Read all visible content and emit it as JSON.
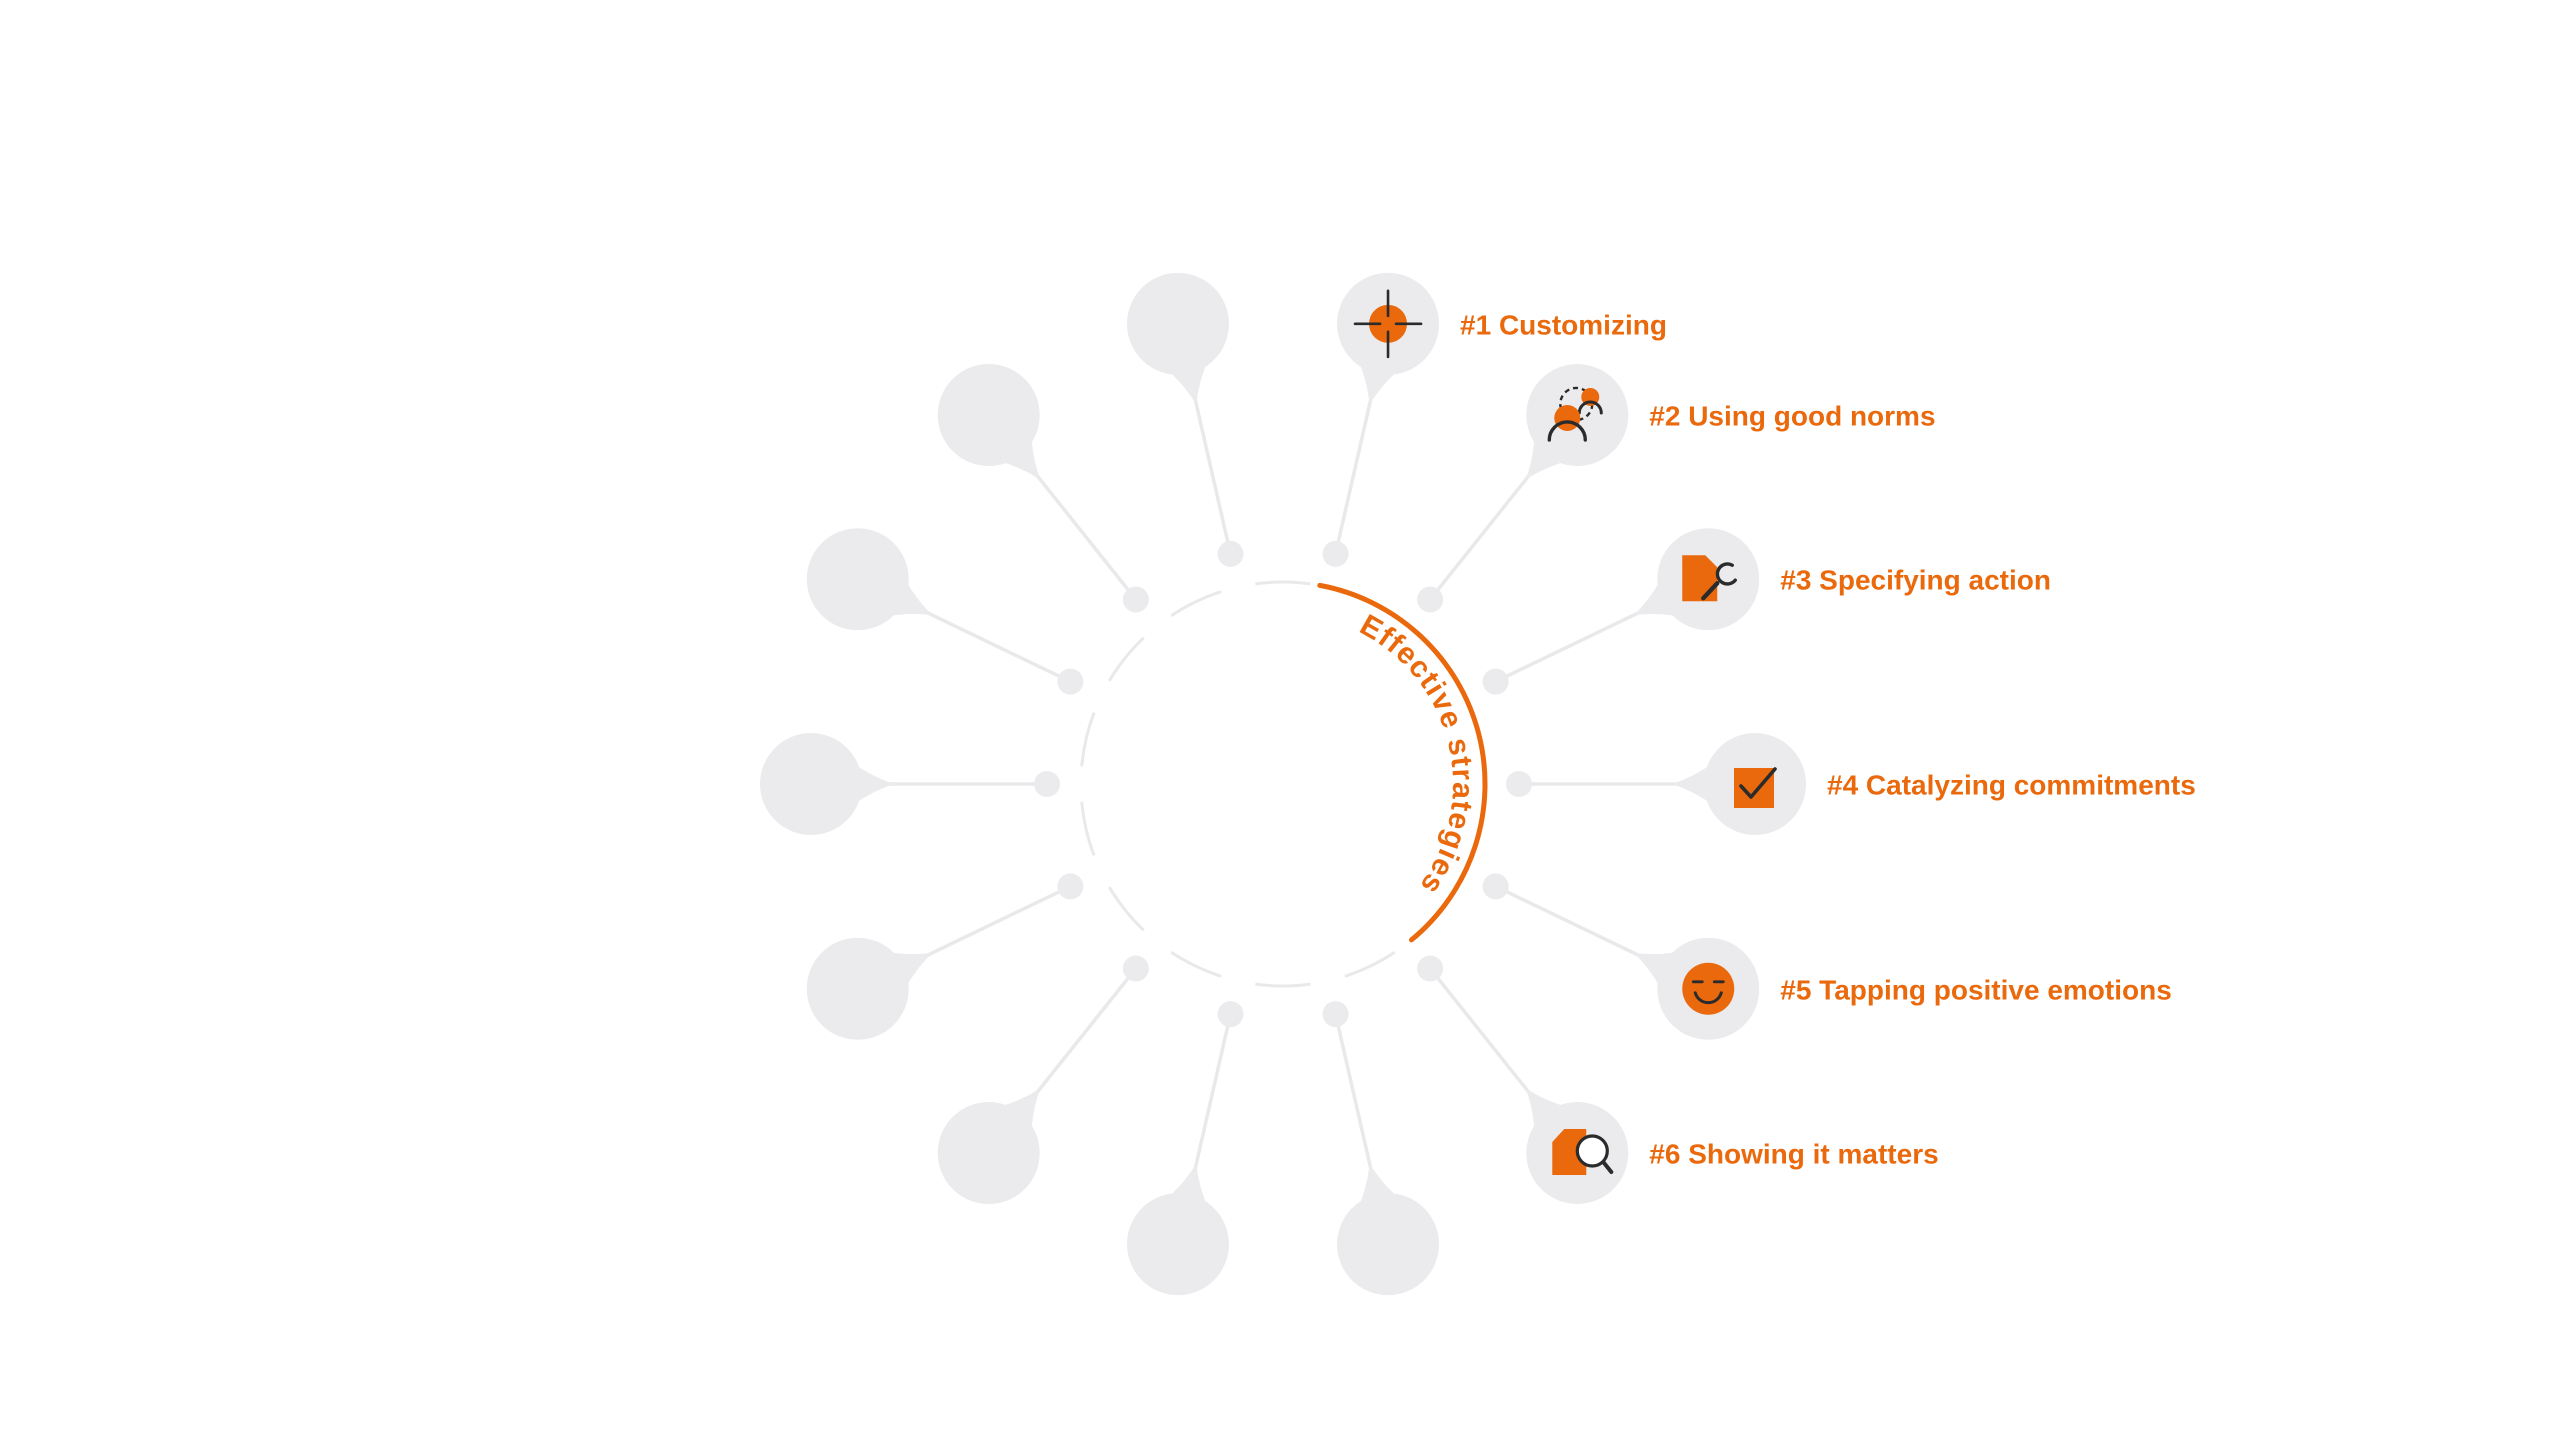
{
  "diagram": {
    "arc_label": "Effective strategies",
    "colors": {
      "accent": "#ea690c",
      "bulb_gray": "#ebebed",
      "line_gray": "#e9e9eb",
      "lens_fill": "#ffffff",
      "ink": "#2b2b2b",
      "background": "#ffffff"
    },
    "strategies": [
      {
        "label": "#1 Customizing",
        "icon": "crosshair-target-icon"
      },
      {
        "label": "#2 Using good norms",
        "icon": "people-norms-icon"
      },
      {
        "label": "#3 Specifying action",
        "icon": "document-wrench-icon"
      },
      {
        "label": "#4 Catalyzing commitments",
        "icon": "checkbox-check-icon"
      },
      {
        "label": "#5 Tapping positive emotions",
        "icon": "smiley-face-icon"
      },
      {
        "label": "#6 Showing it matters",
        "icon": "document-magnifier-icon"
      }
    ],
    "placeholder_spoke_count": 8
  }
}
